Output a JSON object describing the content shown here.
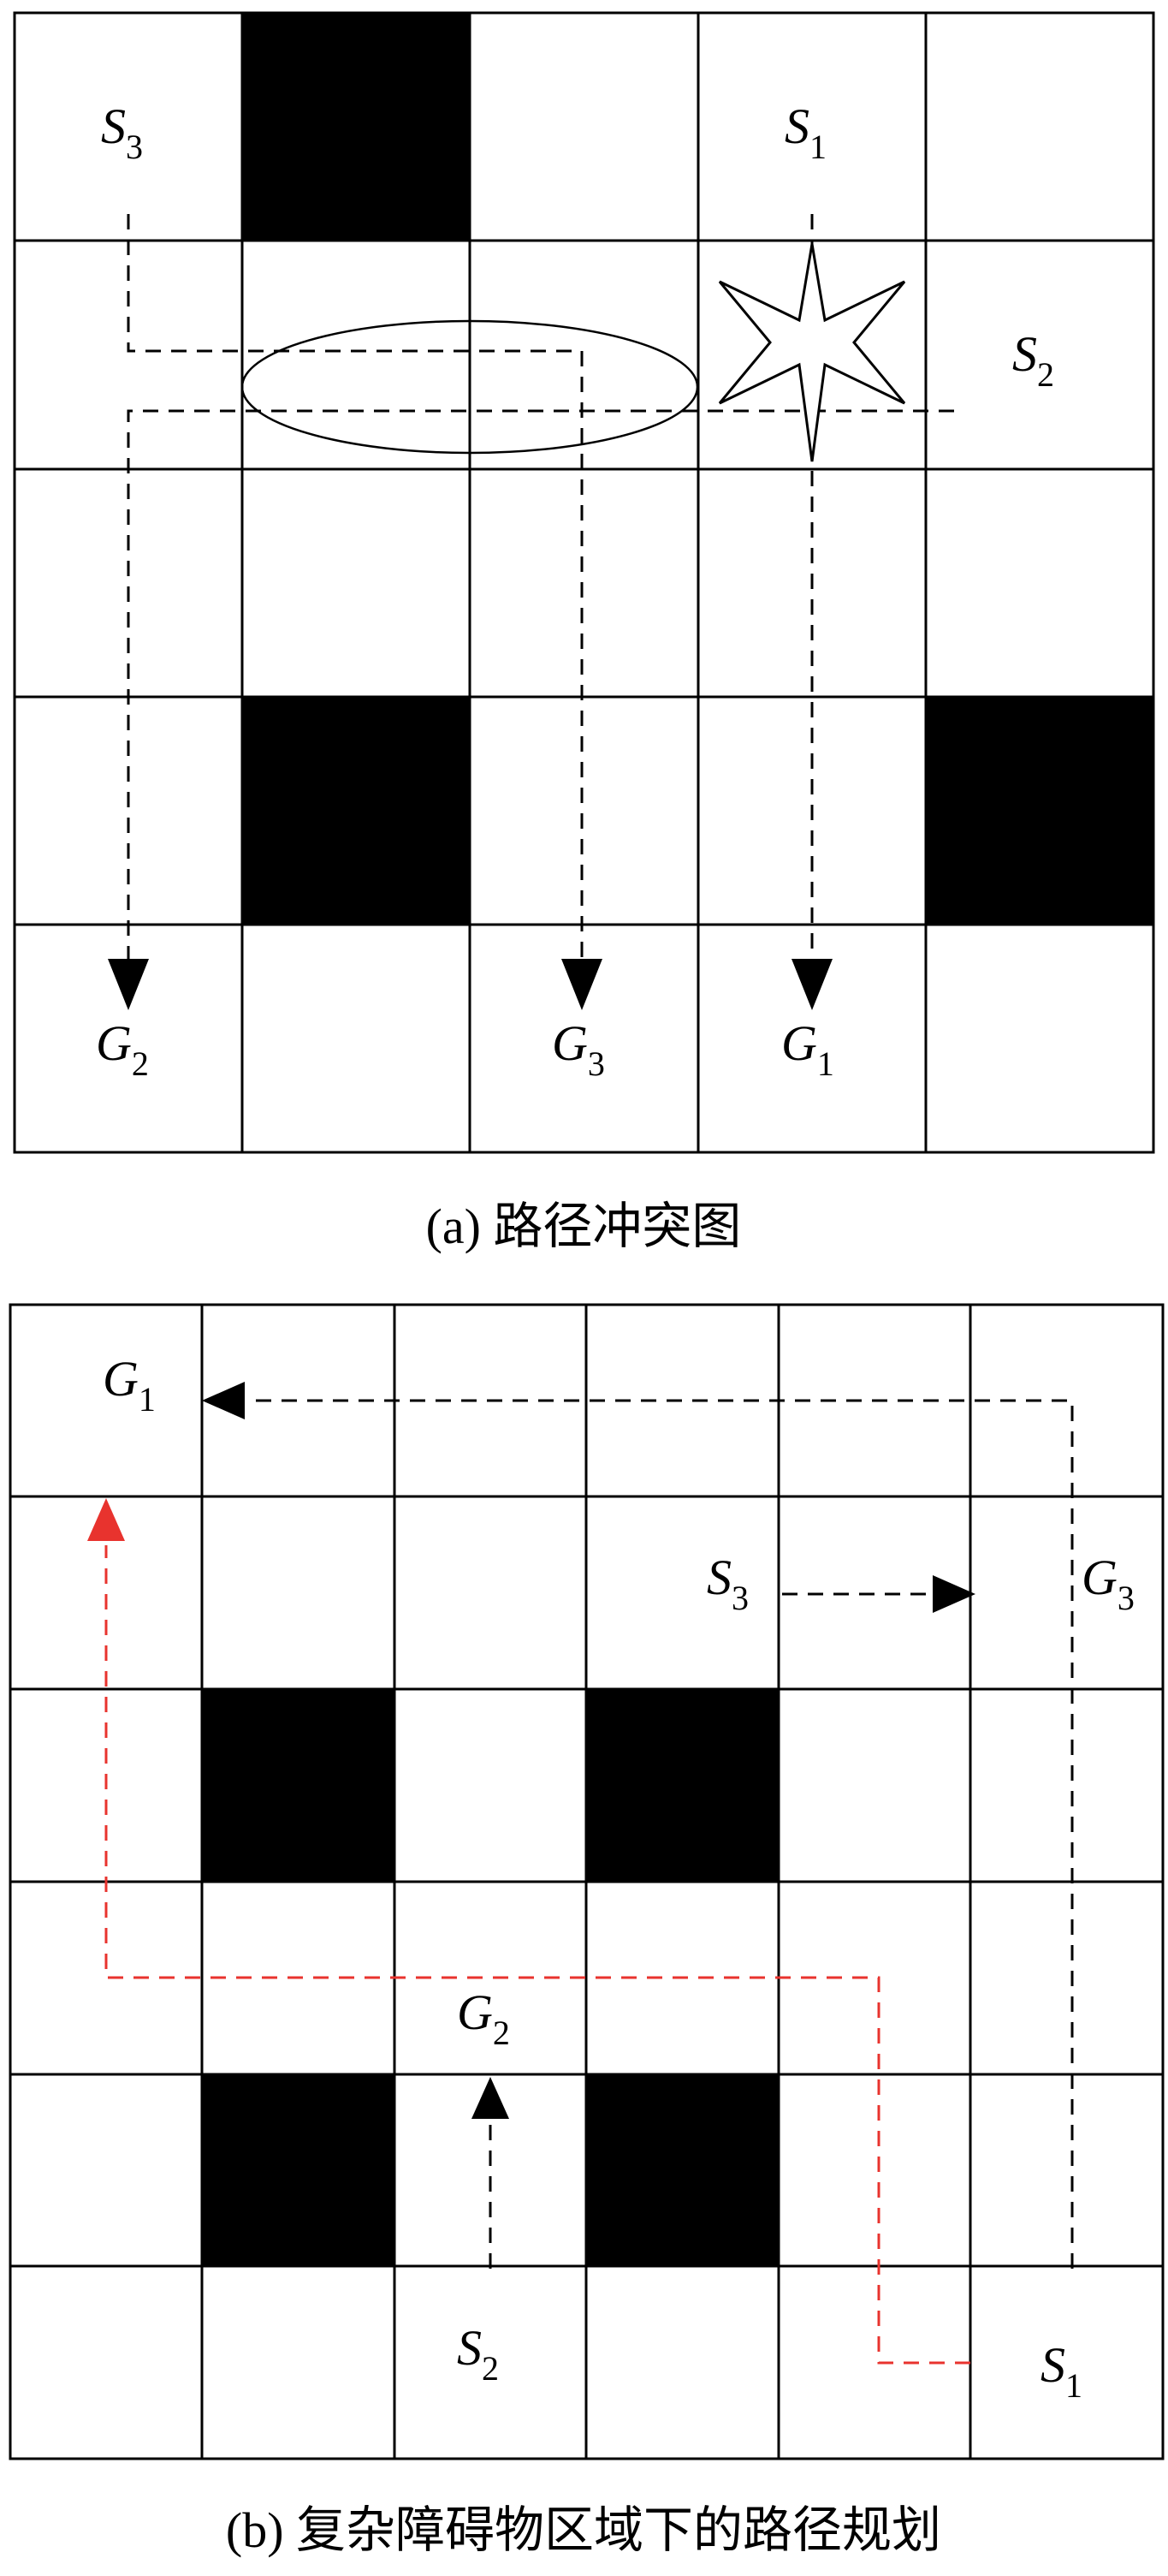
{
  "panel_a": {
    "caption": "(a) 路径冲突图",
    "rows": 5,
    "cols": 5,
    "obstacles": [
      [
        0,
        1
      ],
      [
        3,
        1
      ],
      [
        3,
        4
      ]
    ],
    "labels": [
      {
        "id": "S3",
        "letter": "S",
        "sub": "3",
        "cell": [
          0,
          0
        ]
      },
      {
        "id": "S1",
        "letter": "S",
        "sub": "1",
        "cell": [
          0,
          3
        ]
      },
      {
        "id": "S2",
        "letter": "S",
        "sub": "2",
        "cell": [
          1,
          4
        ]
      },
      {
        "id": "G2",
        "letter": "G",
        "sub": "2",
        "cell": [
          4,
          0
        ]
      },
      {
        "id": "G3",
        "letter": "G",
        "sub": "3",
        "cell": [
          4,
          2
        ]
      },
      {
        "id": "G1",
        "letter": "G",
        "sub": "1",
        "cell": [
          4,
          3
        ]
      }
    ]
  },
  "panel_b": {
    "caption": "(b) 复杂障碍物区域下的路径规划",
    "rows": 6,
    "cols": 6,
    "obstacles": [
      [
        2,
        1
      ],
      [
        2,
        3
      ],
      [
        4,
        1
      ],
      [
        4,
        3
      ]
    ],
    "labels": [
      {
        "id": "G1",
        "letter": "G",
        "sub": "1",
        "cell": [
          0,
          0
        ]
      },
      {
        "id": "S3",
        "letter": "S",
        "sub": "3",
        "cell": [
          1,
          3
        ]
      },
      {
        "id": "G3",
        "letter": "G",
        "sub": "3",
        "cell": [
          1,
          5
        ]
      },
      {
        "id": "G2",
        "letter": "G",
        "sub": "2",
        "cell": [
          3,
          2
        ]
      },
      {
        "id": "S2",
        "letter": "S",
        "sub": "2",
        "cell": [
          5,
          2
        ]
      },
      {
        "id": "S1",
        "letter": "S",
        "sub": "1",
        "cell": [
          5,
          5
        ]
      }
    ]
  },
  "colors": {
    "grid": "#000000",
    "obstacle": "#000000",
    "path": "#000000",
    "highlight_path": "#e8332e",
    "background": "#ffffff"
  }
}
